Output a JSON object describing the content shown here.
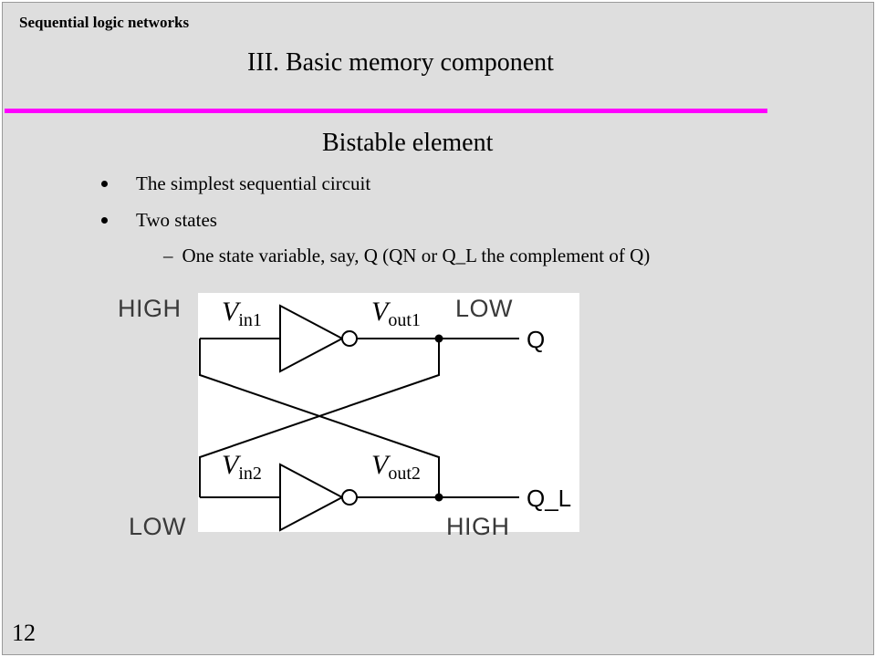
{
  "header": "Sequential logic networks",
  "title": "III. Basic memory component",
  "subtitle": "Bistable element",
  "bullets": [
    "The simplest sequential circuit",
    "Two states"
  ],
  "sub_bullet": "One state variable, say, Q  (QN or Q_L  the complement of Q)",
  "diagram": {
    "inverter1": {
      "input": "V",
      "input_sub": "in1",
      "output": "V",
      "output_sub": "out1"
    },
    "inverter2": {
      "input": "V",
      "input_sub": "in2",
      "output": "V",
      "output_sub": "out2"
    },
    "output_q": "Q",
    "output_q_l": "Q_L"
  },
  "states": {
    "in1": "HIGH",
    "out1": "LOW",
    "in2": "LOW",
    "out2": "HIGH"
  },
  "page_number": "12",
  "colors": {
    "rule": "#ff00ff",
    "background": "#dedede"
  }
}
